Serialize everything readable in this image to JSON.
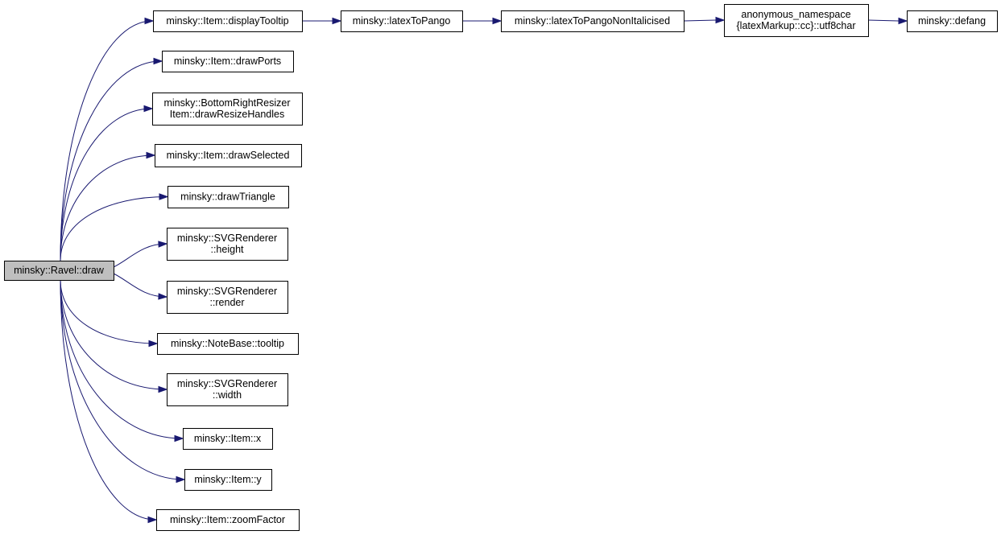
{
  "graph": {
    "root": {
      "id": "n0",
      "lines": [
        "minsky::Ravel::draw"
      ]
    },
    "nodes": [
      {
        "id": "n1",
        "lines": [
          "minsky::Item::displayTooltip"
        ]
      },
      {
        "id": "n2",
        "lines": [
          "minsky::Item::drawPorts"
        ]
      },
      {
        "id": "n3",
        "lines": [
          "minsky::BottomRightResizer",
          "Item::drawResizeHandles"
        ]
      },
      {
        "id": "n4",
        "lines": [
          "minsky::Item::drawSelected"
        ]
      },
      {
        "id": "n5",
        "lines": [
          "minsky::drawTriangle"
        ]
      },
      {
        "id": "n6",
        "lines": [
          "minsky::SVGRenderer",
          "::height"
        ]
      },
      {
        "id": "n7",
        "lines": [
          "minsky::SVGRenderer",
          "::render"
        ]
      },
      {
        "id": "n8",
        "lines": [
          "minsky::NoteBase::tooltip"
        ]
      },
      {
        "id": "n9",
        "lines": [
          "minsky::SVGRenderer",
          "::width"
        ]
      },
      {
        "id": "n10",
        "lines": [
          "minsky::Item::x"
        ]
      },
      {
        "id": "n11",
        "lines": [
          "minsky::Item::y"
        ]
      },
      {
        "id": "n12",
        "lines": [
          "minsky::Item::zoomFactor"
        ]
      },
      {
        "id": "n13",
        "lines": [
          "minsky::latexToPango"
        ]
      },
      {
        "id": "n14",
        "lines": [
          "minsky::latexToPangoNonItalicised"
        ]
      },
      {
        "id": "n15",
        "lines": [
          "anonymous_namespace",
          "{latexMarkup::cc}::utf8char"
        ]
      },
      {
        "id": "n16",
        "lines": [
          "minsky::defang"
        ]
      }
    ],
    "edges": [
      {
        "from": "n0",
        "to": "n1"
      },
      {
        "from": "n0",
        "to": "n2"
      },
      {
        "from": "n0",
        "to": "n3"
      },
      {
        "from": "n0",
        "to": "n4"
      },
      {
        "from": "n0",
        "to": "n5"
      },
      {
        "from": "n0",
        "to": "n6"
      },
      {
        "from": "n0",
        "to": "n7"
      },
      {
        "from": "n0",
        "to": "n8"
      },
      {
        "from": "n0",
        "to": "n9"
      },
      {
        "from": "n0",
        "to": "n10"
      },
      {
        "from": "n0",
        "to": "n11"
      },
      {
        "from": "n0",
        "to": "n12"
      },
      {
        "from": "n1",
        "to": "n13"
      },
      {
        "from": "n13",
        "to": "n14"
      },
      {
        "from": "n14",
        "to": "n15"
      },
      {
        "from": "n15",
        "to": "n16"
      }
    ],
    "colors": {
      "edge": "#191970",
      "root_fill": "#bfbfbf",
      "node_fill": "#ffffff",
      "border": "#000000"
    }
  }
}
